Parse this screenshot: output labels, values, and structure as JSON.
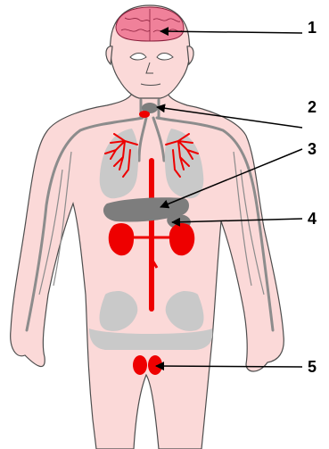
{
  "colors": {
    "skin": "#fbd9d8",
    "outline": "#4d4d4d",
    "vessel_gray": "#8c8c8c",
    "organ_gray": "#c9c9c9",
    "organ_dark_gray": "#7d7d7d",
    "red": "#ee0000",
    "brain_pink": "#f0819a",
    "brain_lines": "#8b1f3c",
    "arrow": "#000000"
  },
  "callouts": [
    {
      "number": "1",
      "target": "brain"
    },
    {
      "number": "2",
      "target": "thyroid"
    },
    {
      "number": "3",
      "target": "liver"
    },
    {
      "number": "4",
      "target": "stomach-kidney"
    },
    {
      "number": "5",
      "target": "testes"
    }
  ]
}
